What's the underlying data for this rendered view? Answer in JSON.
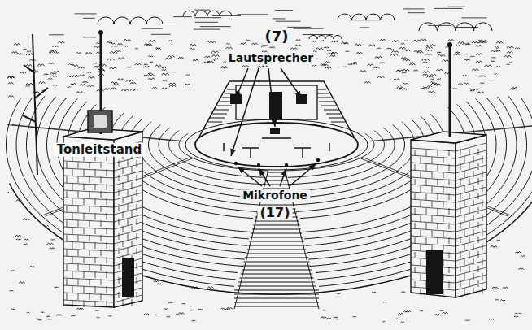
{
  "diagram": {
    "labels": [
      "(7)",
      "Lautsprecher",
      "Tonleitstand",
      "Mikrofone",
      "(17)"
    ]
  }
}
